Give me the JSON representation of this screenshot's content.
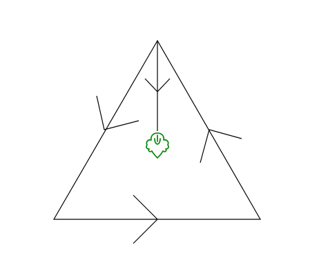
{
  "diagram": {
    "kind": "triangle-with-arrows",
    "line_color": "#000000",
    "arrow_color": "#000000",
    "figure_color": "#0f8a0f",
    "figure_icon": "frog-icon",
    "arrowheads": [
      {
        "edge": "left",
        "direction": "toward-apex"
      },
      {
        "edge": "right",
        "direction": "toward-apex"
      },
      {
        "edge": "bottom",
        "direction": "left-to-right"
      },
      {
        "edge": "vertical",
        "direction": "toward-figure"
      }
    ]
  }
}
